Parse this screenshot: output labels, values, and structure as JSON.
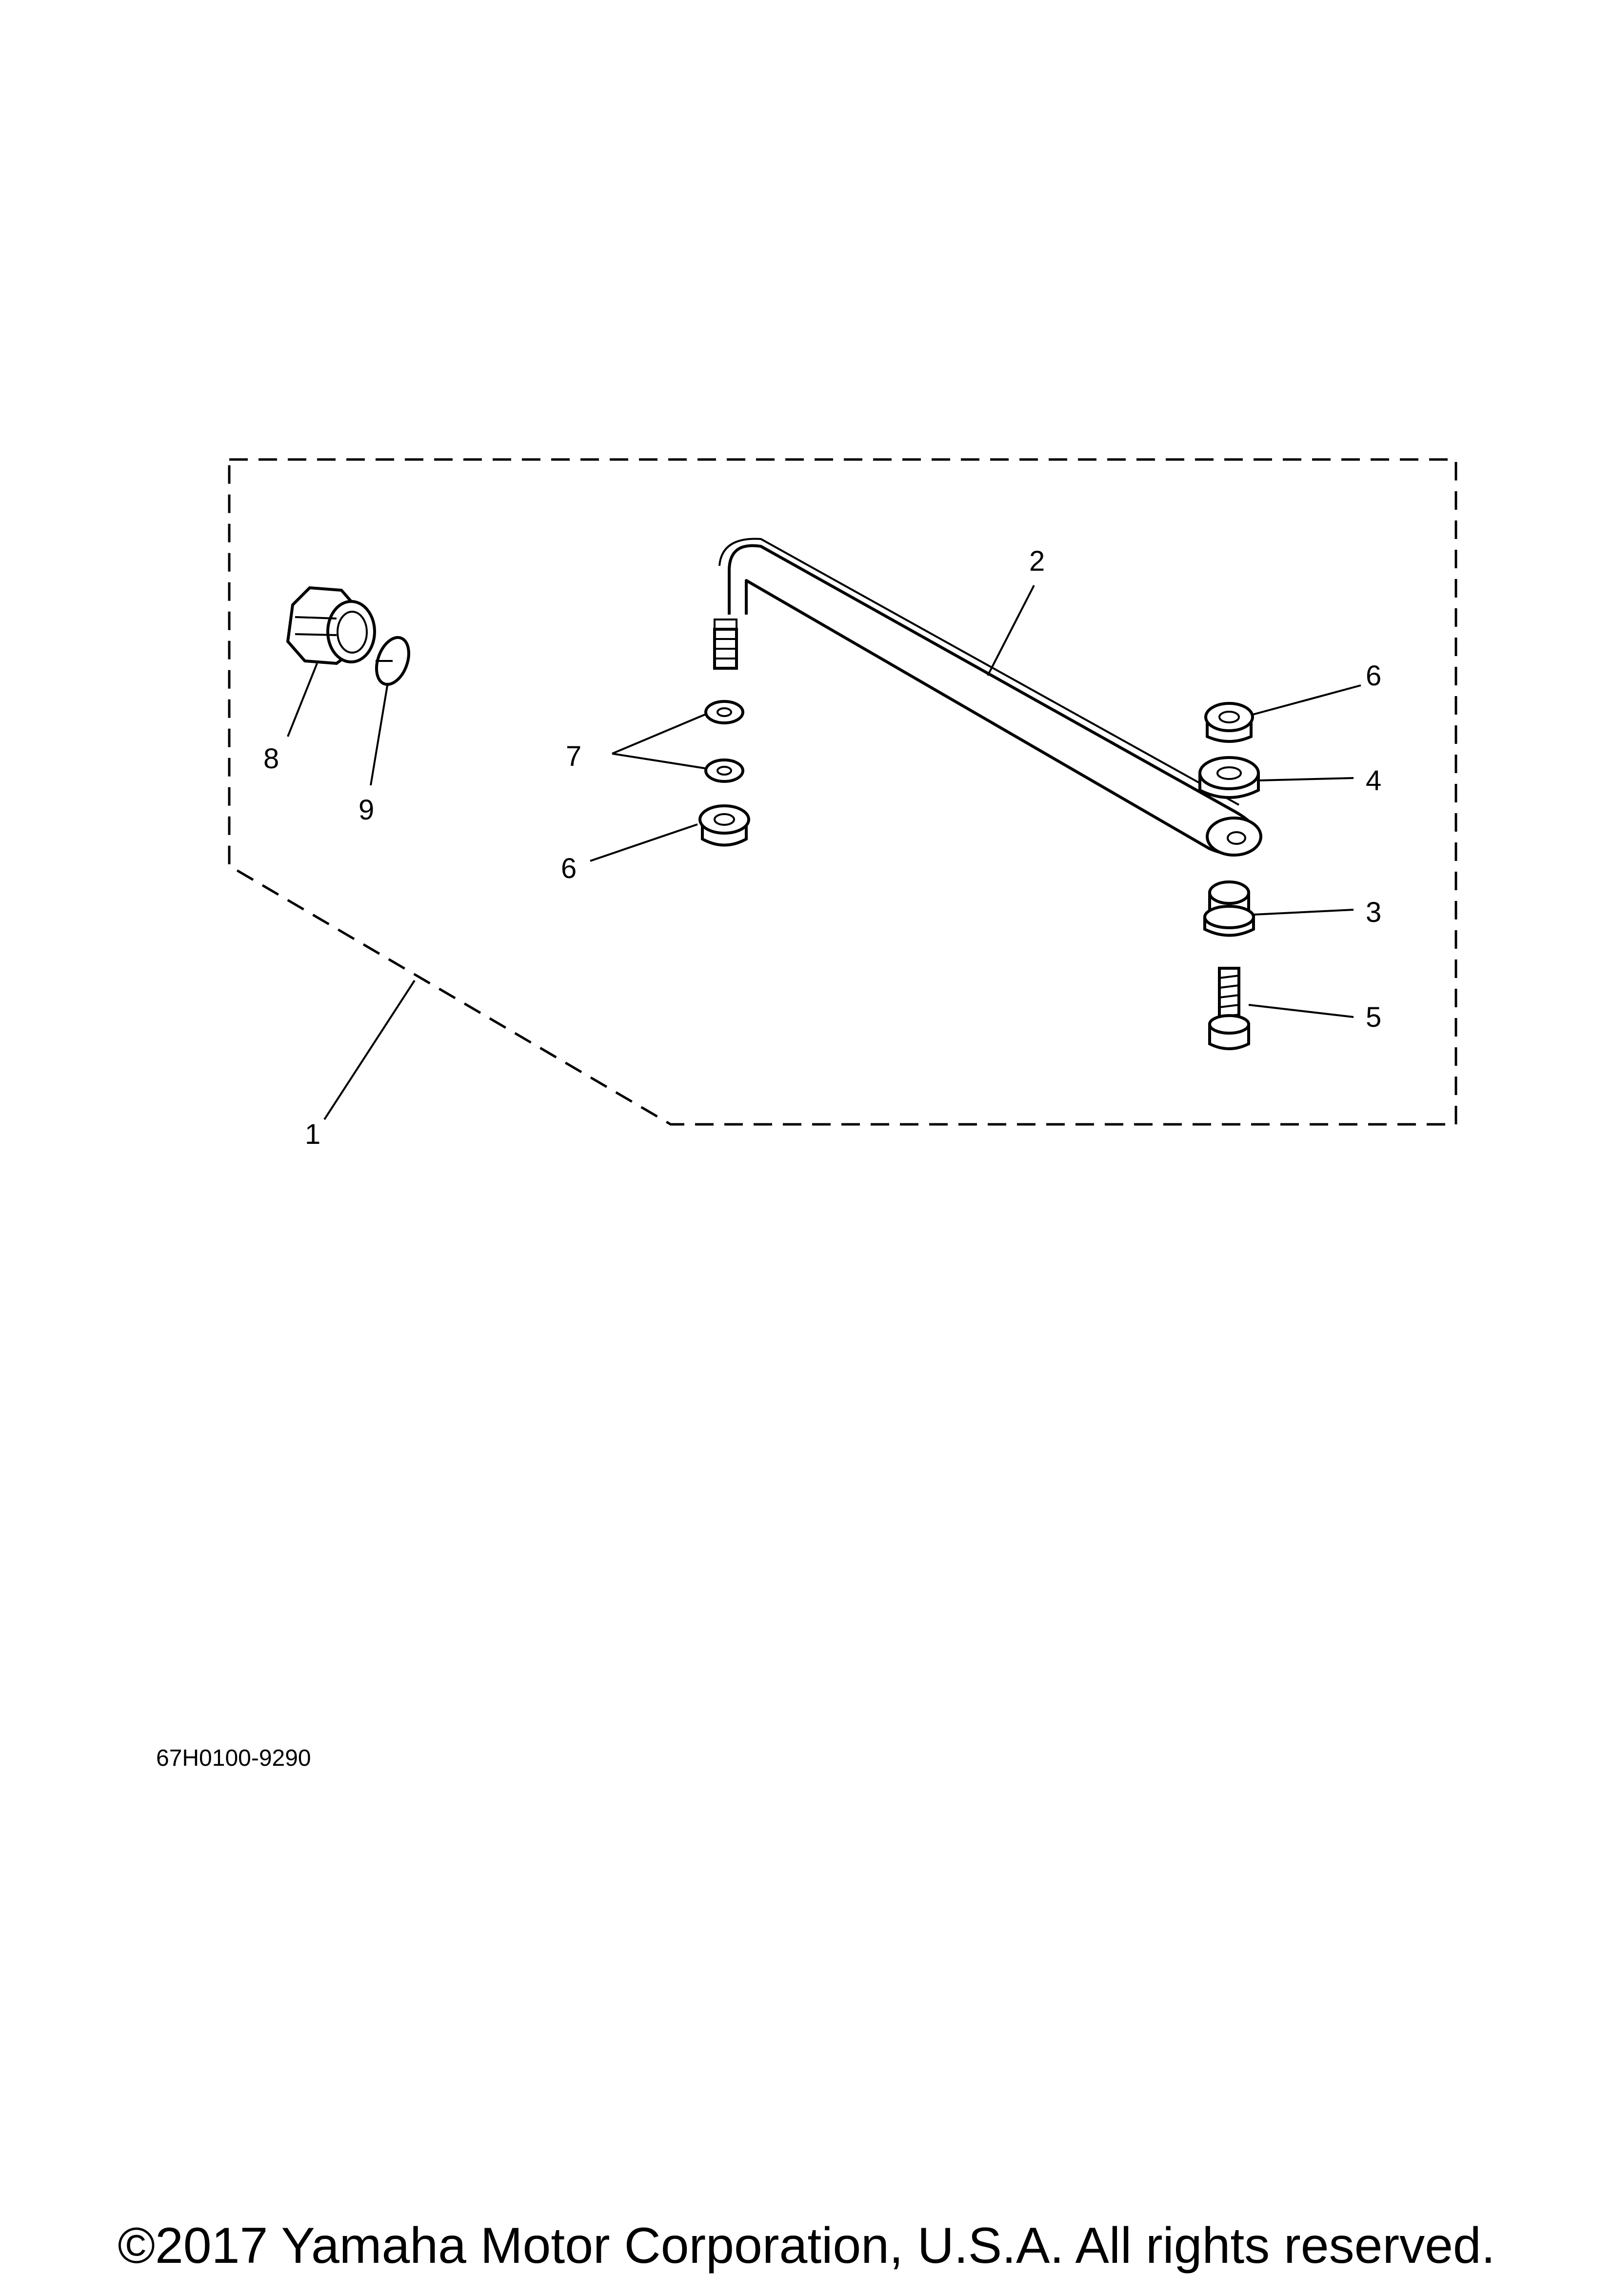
{
  "diagram": {
    "callouts": {
      "c1": "1",
      "c2": "2",
      "c3": "3",
      "c4": "4",
      "c5": "5",
      "c6_upper": "6",
      "c6_lower": "6",
      "c7": "7",
      "c8": "8",
      "c9": "9"
    },
    "document_code": "67H0100-9290"
  },
  "footer": {
    "copyright": "©2017 Yamaha Motor Corporation, U.S.A. All rights reserved."
  }
}
